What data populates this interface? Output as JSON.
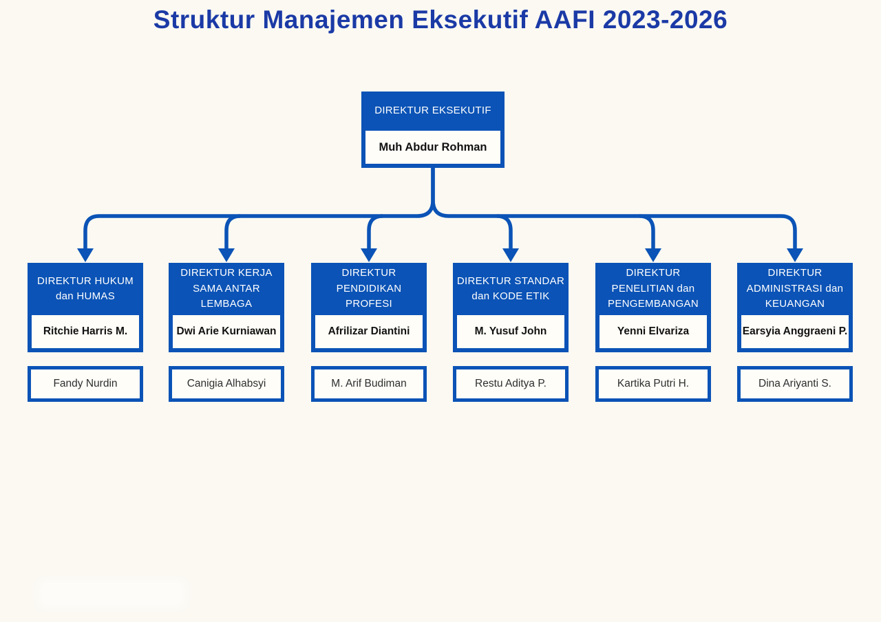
{
  "title": "Struktur Manajemen Eksekutif AAFI 2023-2026",
  "root": {
    "role": "DIREKTUR EKSEKUTIF",
    "name": "Muh Abdur Rohman"
  },
  "departments": [
    {
      "role": "DIREKTUR HUKUM\ndan HUMAS",
      "head": "Ritchie Harris M.",
      "member": "Fandy Nurdin"
    },
    {
      "role": "DIREKTUR KERJA\nSAMA ANTAR\nLEMBAGA",
      "head": "Dwi Arie Kurniawan",
      "member": "Canigia Alhabsyi"
    },
    {
      "role": "DIREKTUR\nPENDIDIKAN\nPROFESI",
      "head": "Afrilizar Diantini",
      "member": "M. Arif Budiman"
    },
    {
      "role": "DIREKTUR STANDAR\ndan KODE ETIK",
      "head": "M. Yusuf John",
      "member": "Restu Aditya P."
    },
    {
      "role": "DIREKTUR\nPENELITIAN dan\nPENGEMBANGAN",
      "head": "Yenni Elvariza",
      "member": "Kartika Putri H."
    },
    {
      "role": "DIREKTUR\nADMINISTRASI dan\nKEUANGAN",
      "head": "Earsyia Anggraeni P.",
      "member": "Dina Ariyanti S."
    }
  ],
  "colors": {
    "box_blue": "#0B53B6",
    "title_blue": "#1B3AA6",
    "background": "#FBF9F2",
    "paper_white": "#FEFDF8"
  }
}
